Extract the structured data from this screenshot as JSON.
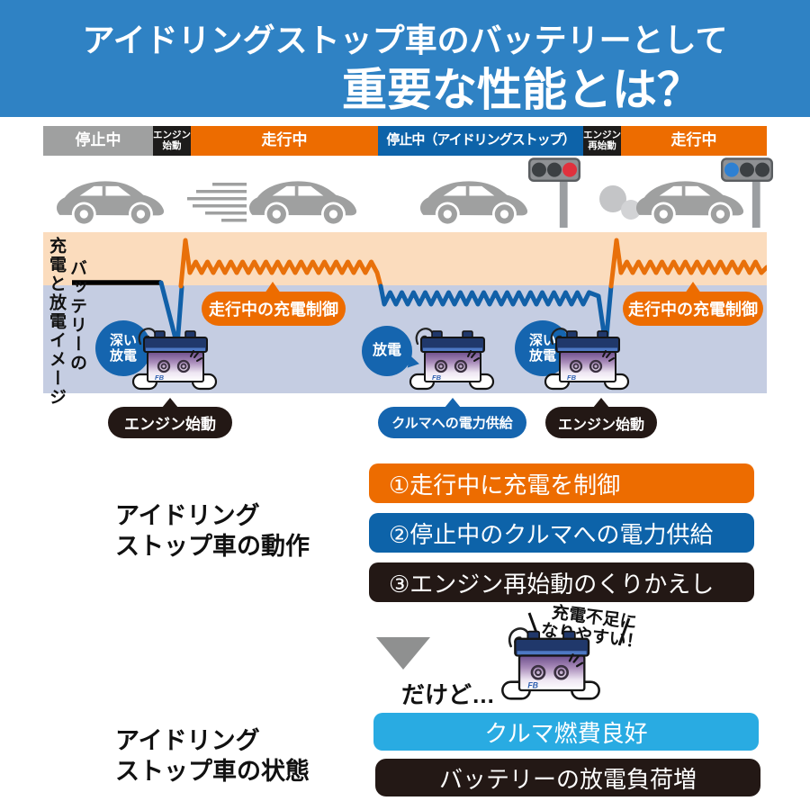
{
  "header": {
    "line1": "アイドリングストップ車のバッテリーとして",
    "line2": "重要な性能とは？"
  },
  "timeline": {
    "seg1": "停止中",
    "seg2_l1": "エンジン",
    "seg2_l2": "始動",
    "seg3": "走行中",
    "seg4": "停止中（アイドリングストップ）",
    "seg5_l1": "エンジン",
    "seg5_l2": "再始動",
    "seg6": "走行中"
  },
  "chart": {
    "axis_col_right": "バッテリーの",
    "axis_col_left": "充電と放電イメージ",
    "bubble": "走行中の充電制御",
    "deep_l1": "深い",
    "deep_l2": "放電",
    "discharge": "放電"
  },
  "callouts": {
    "engine_start": "エンジン始動",
    "power_supply": "クルマへの電力供給"
  },
  "actions": {
    "heading_l1": "アイドリング",
    "heading_l2": "ストップ車の動作",
    "items": [
      {
        "label": "①走行中に充電を制御"
      },
      {
        "label": "②停止中のクルマへの電力供給"
      },
      {
        "label": "③エンジン再始動のくりかえし"
      }
    ]
  },
  "transition": {
    "dakedo": "だけど…",
    "burst_l1": "充電不足に",
    "burst_l2": "なりやすい！"
  },
  "states": {
    "heading_l1": "アイドリング",
    "heading_l2": "ストップ車の状態",
    "items": [
      {
        "label": "クルマ燃費良好"
      },
      {
        "label": "バッテリーの放電負荷増"
      }
    ]
  },
  "battery": {
    "logo": "FB"
  },
  "colors": {
    "header_bg": "#2f82c4",
    "orange": "#ed6c00",
    "blue": "#0d63a9",
    "circle_blue": "#1565af",
    "cyan": "#29abe2",
    "dark": "#231815",
    "gray": "#9fa0a0",
    "band_peach": "#fbdcbd",
    "band_lavender": "#c5cde2",
    "signal_red": "#e0313d",
    "signal_green": "#2e80d2"
  }
}
